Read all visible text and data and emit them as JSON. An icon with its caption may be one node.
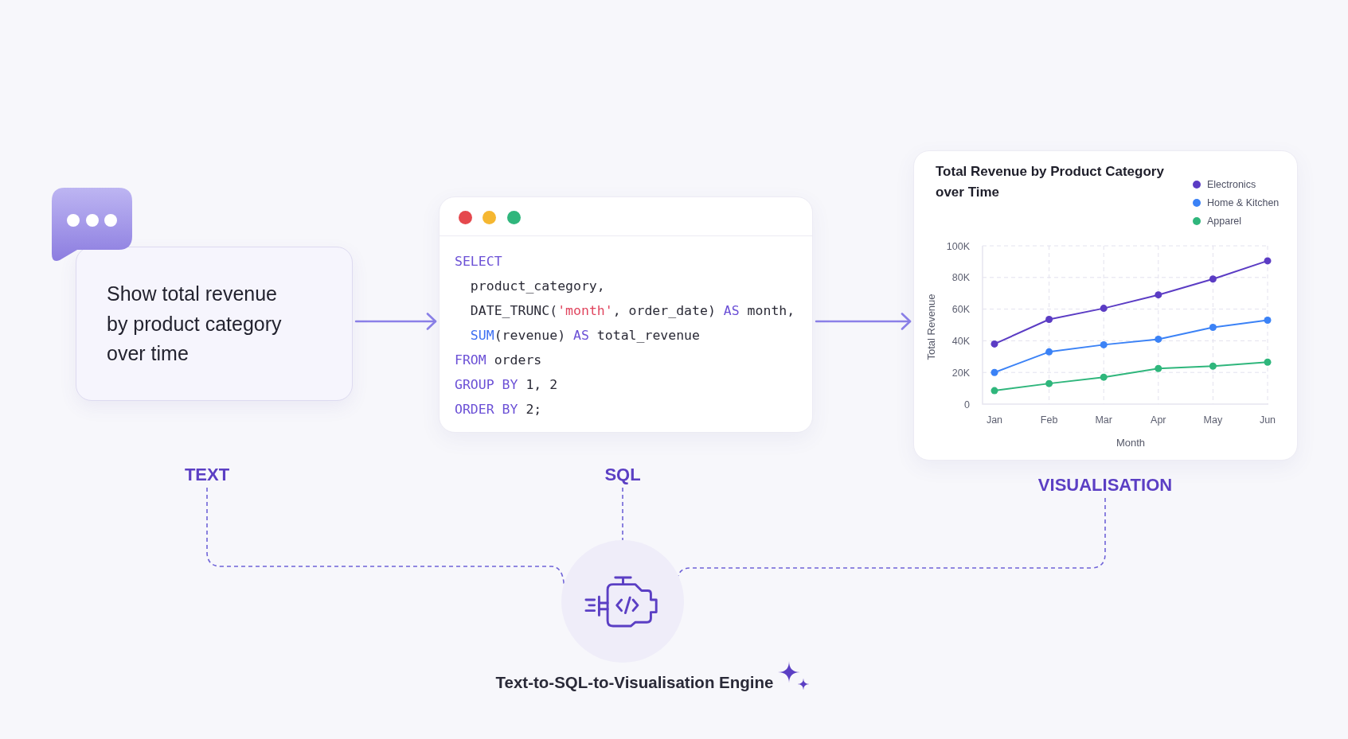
{
  "diagram": {
    "nodes": [
      {
        "text": [
          "Show total revenue by product category over time"
        ]
      },
      {
        "text": [
          "SELECT",
          "product_category,",
          "DATE_TRUNC('month', order_date) AS month,",
          "SUM(revenue) AS total_revenue",
          "FROM orders",
          "GROUP BY 1, 2",
          "ORDER BY 2;"
        ]
      },
      {
        "text": [],
        "shape": "box"
      },
      {
        "text": [
          "TEXT"
        ]
      },
      {
        "text": [
          "SQL"
        ]
      },
      {
        "text": [
          "VISUALISATION"
        ]
      },
      {
        "text": [],
        "shape": "circle",
        "beside": [
          "Text-to-SQL-to-Visualisation Engine"
        ]
      }
    ],
    "edges": [
      {
        "from": 0,
        "to": 1,
        "arrow": "to",
        "color": "#8b80e8"
      },
      {
        "from": 1,
        "to": 2,
        "arrow": "to",
        "color": "#8b80e8"
      },
      {
        "from": 3,
        "to": 6,
        "arrow": "none",
        "style": "dashed"
      },
      {
        "from": 4,
        "to": 6,
        "arrow": "none",
        "style": "dashed"
      },
      {
        "from": 5,
        "to": 6,
        "arrow": "none",
        "style": "dashed"
      }
    ],
    "chart_data": {
      "type": "line",
      "title": "Total Revenue by Product Category over Time",
      "xlabel": "Month",
      "ylabel": "Total Revenue",
      "categories": [
        "Jan",
        "Feb",
        "Mar",
        "Apr",
        "May",
        "Jun"
      ],
      "series": [
        {
          "name": "Electronics",
          "color": "#5b3cc4",
          "marker": "circle",
          "values": [
            38000,
            53500,
            60500,
            69000,
            79000,
            90500
          ]
        },
        {
          "name": "Home & Kitchen",
          "color": "#3b82f6",
          "marker": "circle",
          "values": [
            20000,
            33000,
            37500,
            41000,
            48500,
            53000
          ]
        },
        {
          "name": "Apparel",
          "color": "#2fb67c",
          "marker": "circle",
          "values": [
            8500,
            13000,
            17000,
            22500,
            24000,
            26500
          ]
        }
      ],
      "ylim": [
        0,
        100000
      ],
      "yticks": [
        {
          "value": 0,
          "label": "0"
        },
        {
          "value": 20000,
          "label": "20K"
        },
        {
          "value": 40000,
          "label": "40K"
        },
        {
          "value": 60000,
          "label": "60K"
        },
        {
          "value": 80000,
          "label": "80K"
        },
        {
          "value": 100000,
          "label": "100K"
        }
      ],
      "grid": true,
      "legend": "top-right"
    }
  }
}
